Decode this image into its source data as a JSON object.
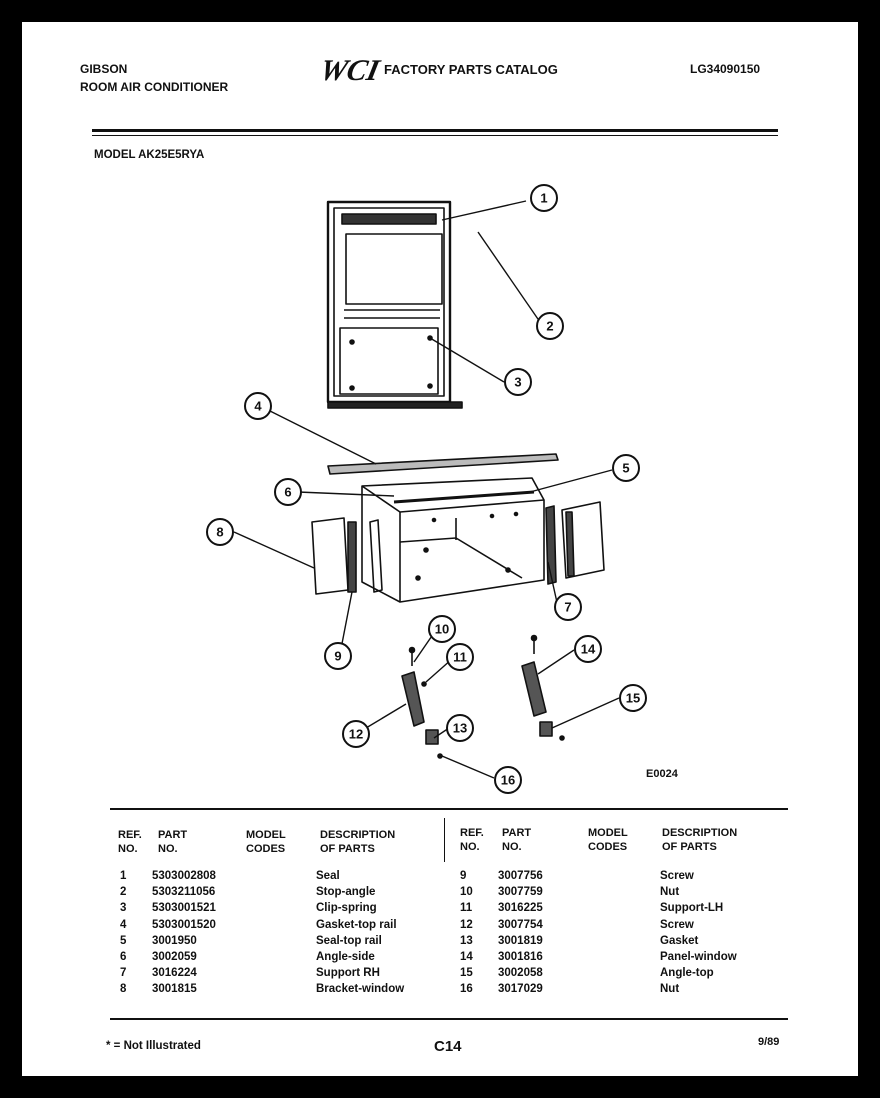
{
  "header": {
    "brand": "GIBSON",
    "product": "ROOM AIR CONDITIONER",
    "logo_text": "WCI",
    "catalog_title": "FACTORY PARTS CATALOG",
    "catalog_number": "LG34090150",
    "model_line": "MODEL AK25E5RYA"
  },
  "diagram": {
    "code": "E0024",
    "callouts": [
      "1",
      "2",
      "3",
      "4",
      "5",
      "6",
      "7",
      "8",
      "9",
      "10",
      "11",
      "12",
      "13",
      "14",
      "15",
      "16"
    ]
  },
  "table": {
    "headers": {
      "ref_1": "REF.",
      "ref_2": "NO.",
      "part_1": "PART",
      "part_2": "NO.",
      "model_1": "MODEL",
      "model_2": "CODES",
      "desc_1": "DESCRIPTION",
      "desc_2": "OF PARTS"
    },
    "left_rows": [
      {
        "ref": "1",
        "part": "5303002808",
        "model": "",
        "desc": "Seal"
      },
      {
        "ref": "2",
        "part": "5303211056",
        "model": "",
        "desc": "Stop-angle"
      },
      {
        "ref": "3",
        "part": "5303001521",
        "model": "",
        "desc": "Clip-spring"
      },
      {
        "ref": "4",
        "part": "5303001520",
        "model": "",
        "desc": "Gasket-top rail"
      },
      {
        "ref": "5",
        "part": "3001950",
        "model": "",
        "desc": "Seal-top rail"
      },
      {
        "ref": "6",
        "part": "3002059",
        "model": "",
        "desc": "Angle-side"
      },
      {
        "ref": "7",
        "part": "3016224",
        "model": "",
        "desc": "Support RH"
      },
      {
        "ref": "8",
        "part": "3001815",
        "model": "",
        "desc": "Bracket-window"
      }
    ],
    "right_rows": [
      {
        "ref": "9",
        "part": "3007756",
        "model": "",
        "desc": "Screw"
      },
      {
        "ref": "10",
        "part": "3007759",
        "model": "",
        "desc": "Nut"
      },
      {
        "ref": "11",
        "part": "3016225",
        "model": "",
        "desc": "Support-LH"
      },
      {
        "ref": "12",
        "part": "3007754",
        "model": "",
        "desc": "Screw"
      },
      {
        "ref": "13",
        "part": "3001819",
        "model": "",
        "desc": "Gasket"
      },
      {
        "ref": "14",
        "part": "3001816",
        "model": "",
        "desc": "Panel-window"
      },
      {
        "ref": "15",
        "part": "3002058",
        "model": "",
        "desc": "Angle-top"
      },
      {
        "ref": "16",
        "part": "3017029",
        "model": "",
        "desc": "Nut"
      }
    ]
  },
  "footer": {
    "note": "* = Not Illustrated",
    "page_code": "C14",
    "date": "9/89"
  }
}
